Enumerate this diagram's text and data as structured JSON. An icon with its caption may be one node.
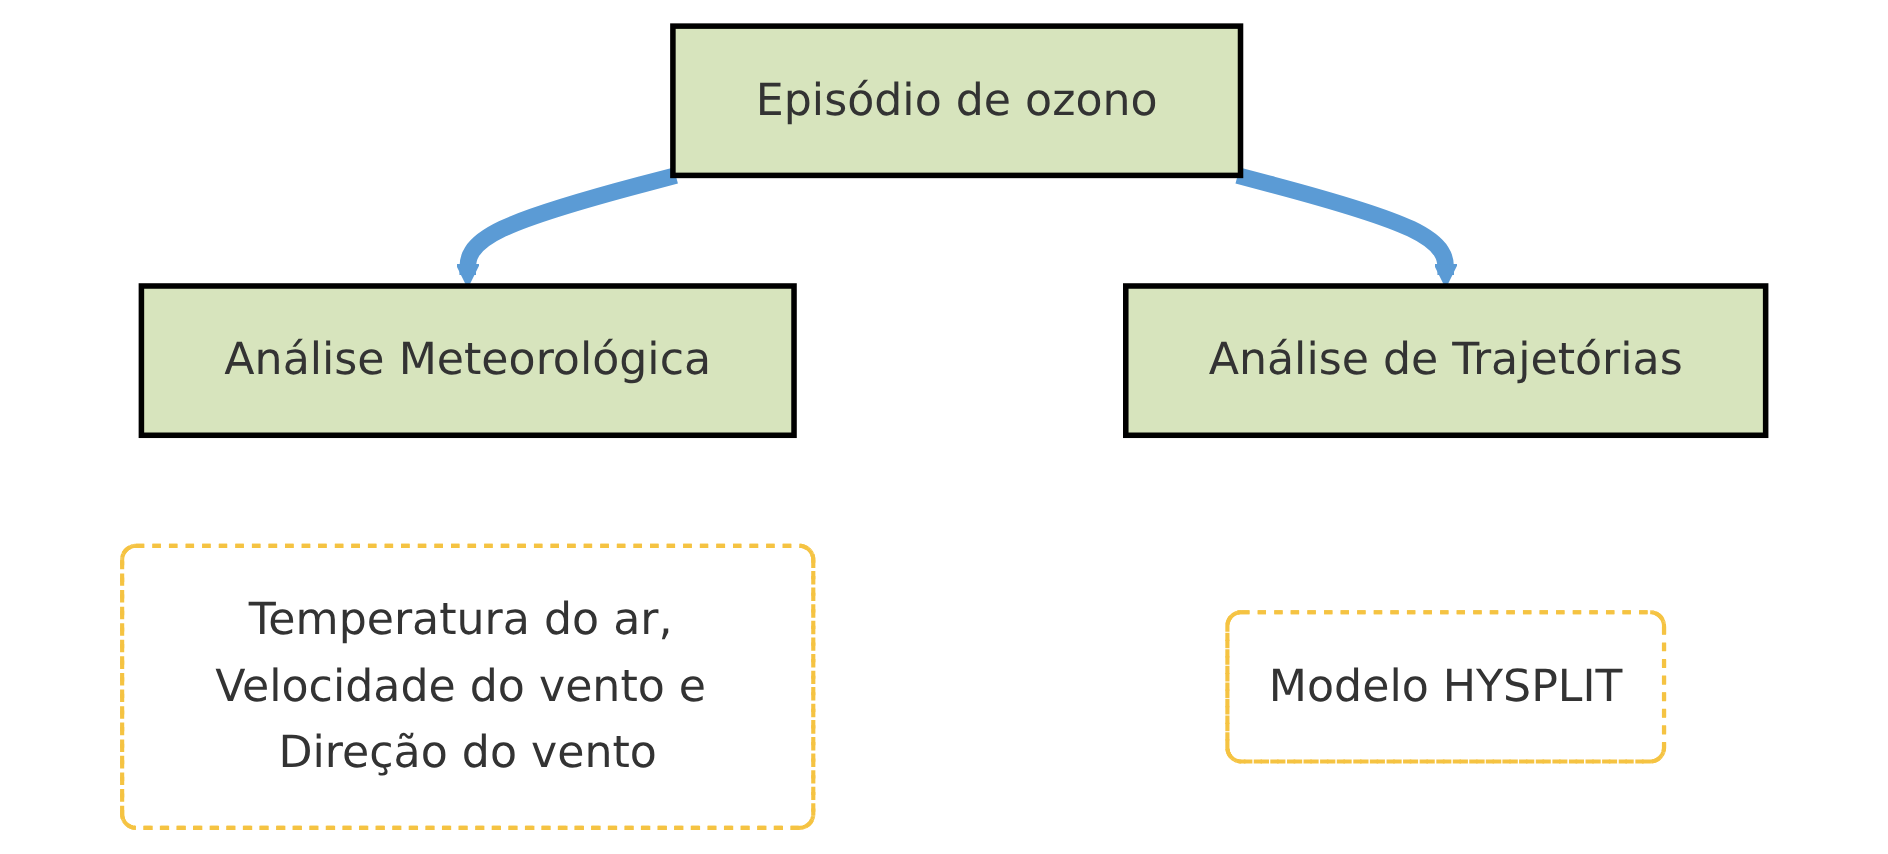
{
  "diagram": {
    "nodes": [
      {
        "text": [
          "Episódio de ozono"
        ]
      },
      {
        "text": [
          "Análise Meteorológica"
        ]
      },
      {
        "text": [
          "Análise de Trajetórias"
        ]
      },
      {
        "text": [
          "Temperatura do ar, Velocidade do vento e Direção do vento"
        ]
      },
      {
        "text": [
          "Modelo HYSPLIT"
        ]
      }
    ],
    "edges": [
      {
        "from": 0,
        "to": 1,
        "arrow": "to"
      },
      {
        "from": 0,
        "to": 2,
        "arrow": "to"
      }
    ]
  }
}
